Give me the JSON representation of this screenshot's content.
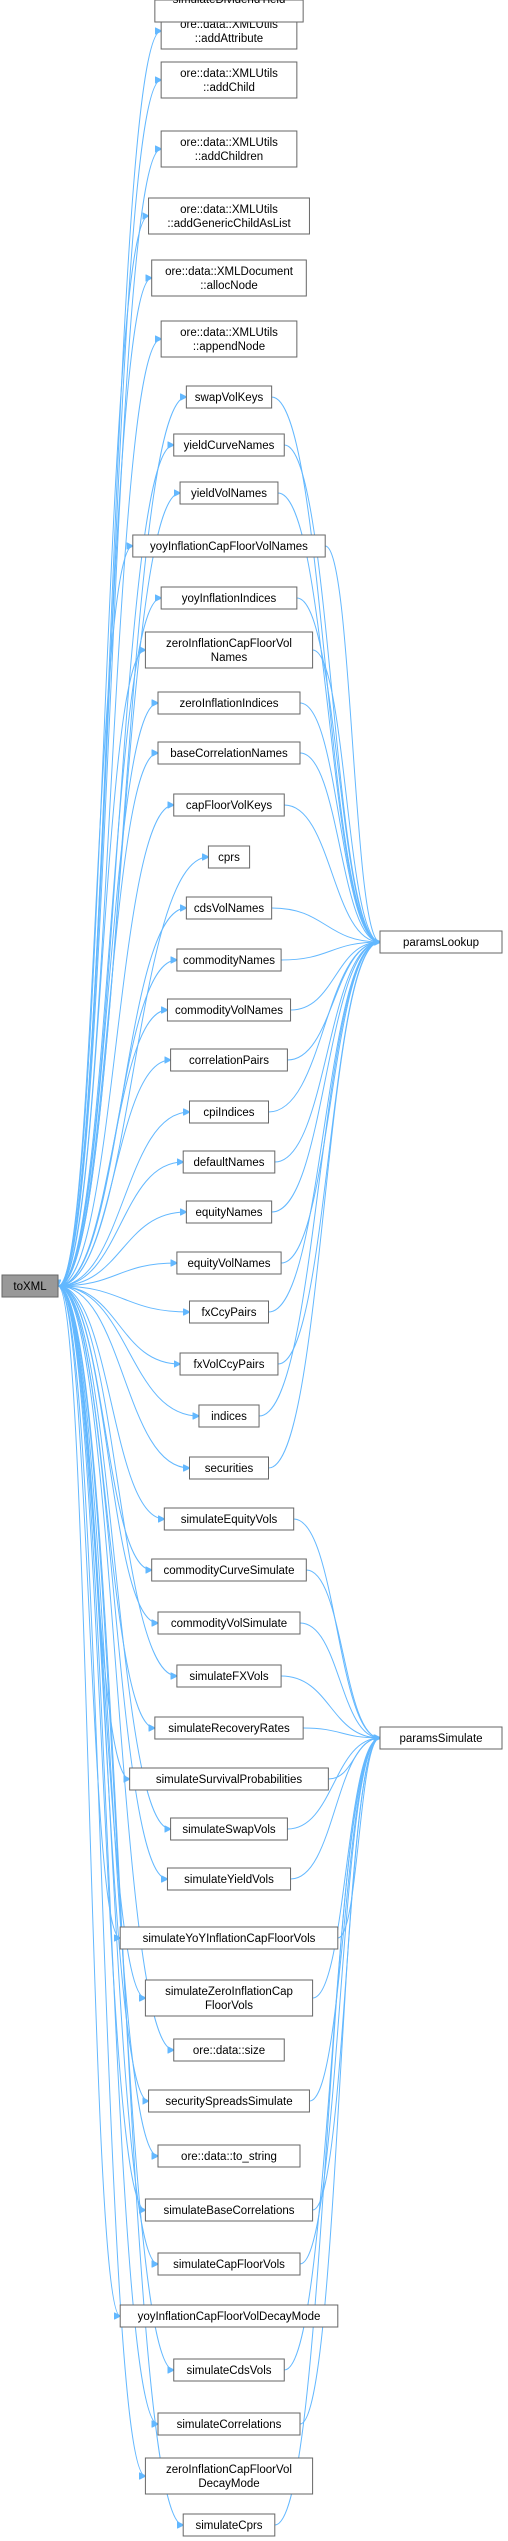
{
  "graph": {
    "root": "toXML",
    "hubs": {
      "lookup": "paramsLookup",
      "simulate": "paramsSimulate"
    },
    "nodes": [
      {
        "id": "n0",
        "lines": [
          "ore::data::XMLUtils",
          "::addAttribute"
        ],
        "target": "root"
      },
      {
        "id": "n1",
        "lines": [
          "ore::data::XMLUtils",
          "::addChild"
        ],
        "target": "root"
      },
      {
        "id": "n2",
        "lines": [
          "ore::data::XMLUtils",
          "::addChildren"
        ],
        "target": "root"
      },
      {
        "id": "n3",
        "lines": [
          "ore::data::XMLUtils",
          "::addGenericChildAsList"
        ],
        "target": "root"
      },
      {
        "id": "n4",
        "lines": [
          "ore::data::XMLDocument",
          "::allocNode"
        ],
        "target": "root"
      },
      {
        "id": "n5",
        "lines": [
          "ore::data::XMLUtils",
          "::appendNode"
        ],
        "target": "root"
      },
      {
        "id": "n6",
        "lines": [
          "swapVolKeys"
        ],
        "target": "lookup"
      },
      {
        "id": "n7",
        "lines": [
          "yieldCurveNames"
        ],
        "target": "lookup"
      },
      {
        "id": "n8",
        "lines": [
          "yieldVolNames"
        ],
        "target": "lookup"
      },
      {
        "id": "n9",
        "lines": [
          "yoyInflationCapFloorVolNames"
        ],
        "target": "lookup"
      },
      {
        "id": "n10",
        "lines": [
          "yoyInflationIndices"
        ],
        "target": "lookup"
      },
      {
        "id": "n11",
        "lines": [
          "zeroInflationCapFloorVol",
          "Names"
        ],
        "target": "lookup"
      },
      {
        "id": "n12",
        "lines": [
          "zeroInflationIndices"
        ],
        "target": "lookup"
      },
      {
        "id": "n13",
        "lines": [
          "baseCorrelationNames"
        ],
        "target": "lookup"
      },
      {
        "id": "n14",
        "lines": [
          "capFloorVolKeys"
        ],
        "target": "lookup"
      },
      {
        "id": "n15",
        "lines": [
          "cprs"
        ],
        "target": "root"
      },
      {
        "id": "n16",
        "lines": [
          "cdsVolNames"
        ],
        "target": "lookup"
      },
      {
        "id": "n17",
        "lines": [
          "commodityNames"
        ],
        "target": "lookup"
      },
      {
        "id": "n18",
        "lines": [
          "commodityVolNames"
        ],
        "target": "lookup"
      },
      {
        "id": "n19",
        "lines": [
          "correlationPairs"
        ],
        "target": "lookup"
      },
      {
        "id": "n20",
        "lines": [
          "cpiIndices"
        ],
        "target": "lookup"
      },
      {
        "id": "n21",
        "lines": [
          "defaultNames"
        ],
        "target": "lookup"
      },
      {
        "id": "n22",
        "lines": [
          "equityNames"
        ],
        "target": "lookup"
      },
      {
        "id": "n23",
        "lines": [
          "equityVolNames"
        ],
        "target": "lookup"
      },
      {
        "id": "n24",
        "lines": [
          "fxCcyPairs"
        ],
        "target": "lookup"
      },
      {
        "id": "n25",
        "lines": [
          "fxVolCcyPairs"
        ],
        "target": "lookup"
      },
      {
        "id": "n26",
        "lines": [
          "indices"
        ],
        "target": "lookup"
      },
      {
        "id": "n27",
        "lines": [
          "securities"
        ],
        "target": "lookup"
      },
      {
        "id": "n28",
        "lines": [
          "simulateEquityVols"
        ],
        "target": "simulate"
      },
      {
        "id": "n29",
        "lines": [
          "commodityCurveSimulate"
        ],
        "target": "simulate"
      },
      {
        "id": "n30",
        "lines": [
          "commodityVolSimulate"
        ],
        "target": "simulate"
      },
      {
        "id": "n31",
        "lines": [
          "simulateFXVols"
        ],
        "target": "simulate"
      },
      {
        "id": "n32",
        "lines": [
          "simulateRecoveryRates"
        ],
        "target": "simulate"
      },
      {
        "id": "n33",
        "lines": [
          "simulateSurvivalProbabilities"
        ],
        "target": "simulate"
      },
      {
        "id": "n34",
        "lines": [
          "simulateSwapVols"
        ],
        "target": "simulate"
      },
      {
        "id": "n35",
        "lines": [
          "simulateYieldVols"
        ],
        "target": "simulate"
      },
      {
        "id": "n36",
        "lines": [
          "simulateYoYInflationCapFloorVols"
        ],
        "target": "simulate"
      },
      {
        "id": "n37",
        "lines": [
          "simulateZeroInflationCap",
          "FloorVols"
        ],
        "target": "simulate"
      },
      {
        "id": "n38",
        "lines": [
          "ore::data::size"
        ],
        "target": "root"
      },
      {
        "id": "n39",
        "lines": [
          "securitySpreadsSimulate"
        ],
        "target": "simulate"
      },
      {
        "id": "n40",
        "lines": [
          "ore::data::to_string"
        ],
        "target": "root"
      },
      {
        "id": "n41",
        "lines": [
          "simulateBaseCorrelations"
        ],
        "target": "simulate"
      },
      {
        "id": "n42",
        "lines": [
          "simulateCapFloorVols"
        ],
        "target": "simulate"
      },
      {
        "id": "n43",
        "lines": [
          "yoyInflationCapFloorVolDecayMode"
        ],
        "target": "root"
      },
      {
        "id": "n44",
        "lines": [
          "simulateCdsVols"
        ],
        "target": "simulate"
      },
      {
        "id": "n45",
        "lines": [
          "simulateCorrelations"
        ],
        "target": "simulate"
      },
      {
        "id": "n46",
        "lines": [
          "zeroInflationCapFloorVol",
          "DecayMode"
        ],
        "target": "root"
      },
      {
        "id": "n47",
        "lines": [
          "simulateCprs"
        ],
        "target": "simulate"
      },
      {
        "id": "n48",
        "lines": [
          "simulateDividendYield"
        ],
        "target": "simulate"
      }
    ]
  },
  "colors": {
    "edge": "#63b8ff",
    "node_border": "#666666",
    "node_fill": "#ffffff",
    "root_fill": "#999999"
  }
}
